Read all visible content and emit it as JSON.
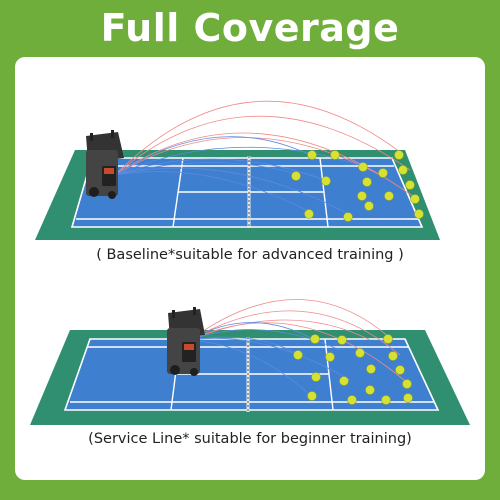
{
  "title": "Full Coverage",
  "scenes": [
    {
      "caption": "( Baseline*suitable for advanced training )"
    },
    {
      "caption": "(Service Line* suitable for beginner training)"
    }
  ],
  "colors": {
    "background_green": "#6fae3b",
    "panel": "#ffffff",
    "court_surround": "#2f8f70",
    "court_blue": "#3f7fd0",
    "court_lines": "#ffffff",
    "ball": "#d6e233",
    "machine": "#3a3a3a",
    "trajectory_red": "#f08a8a",
    "trajectory_blue": "#5a8be0"
  }
}
